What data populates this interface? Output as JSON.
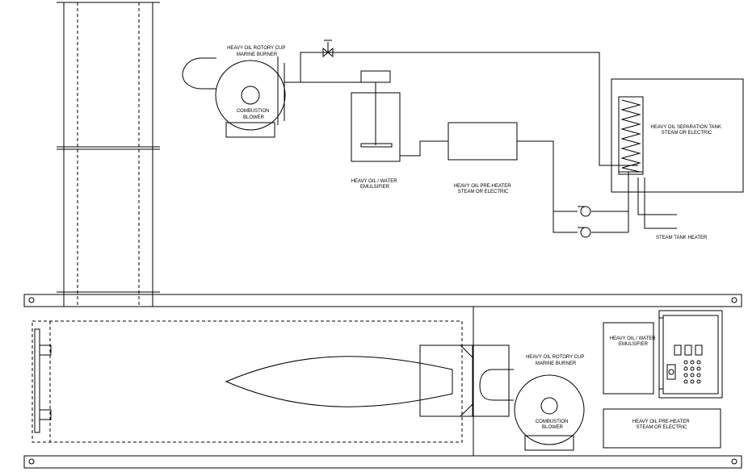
{
  "labels": {
    "top_burner": [
      "HEAVY OIL ROTORY CUP",
      "MARINE BURNER"
    ],
    "top_blower": [
      "COMBUSTION",
      "BLOWER"
    ],
    "top_emulsifier": [
      "HEAVY OIL / WATER",
      "EMULSIFIER"
    ],
    "top_preheater": [
      "HEAVY OIL PRE-HEATER",
      "STEAM OR ELECTRIC"
    ],
    "top_separation_tank": [
      "HEAVY OIL SEPARATION TANK",
      "STEAM OR ELECTRIC"
    ],
    "steam_tank_heater": "STEAM TANK HEATER",
    "bottom_burner": [
      "HEAVY OIL ROTORY CUP",
      "MARINE BURNER"
    ],
    "bottom_blower": [
      "COMBUSTION",
      "BLOWER"
    ],
    "bottom_emulsifier": [
      "HEAVY OIL / WATER",
      "EMULSIFIER"
    ],
    "bottom_preheater": [
      "HEAVY OIL PRE-HEATER",
      "STEAM OR ELECTRIC"
    ]
  },
  "colors": {
    "line": "#000000",
    "background": "#ffffff"
  }
}
